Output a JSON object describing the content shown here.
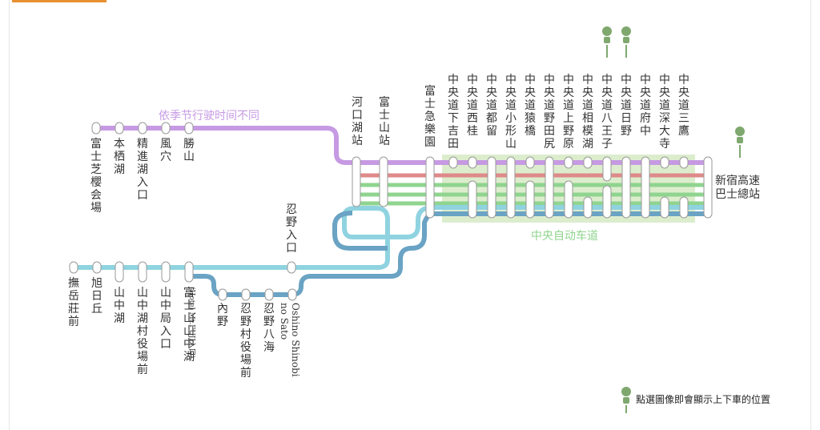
{
  "colors": {
    "purple": "#c69ae3",
    "red": "#df8a8a",
    "green": "#8fd48f",
    "cyan": "#8fd3e0",
    "blue": "#6aa3c4",
    "highway_band": "#dcedcd",
    "accent": "#e8902f",
    "pin": "#7fa86f"
  },
  "captions": {
    "seasonal": "依季节行驶时间不同",
    "chuo_expressway": "中央自动车道"
  },
  "stations": {
    "fuji_shibazakura": "富士芝櫻会場",
    "motosuko": "本栖湖",
    "shojiko_iriguchi": "精進湖入口",
    "fuketsu": "風穴",
    "katsuyama": "勝山",
    "kawaguchiko": "河口湖站",
    "fujisan": "富士山站",
    "fujikyu_highland": "富士急樂園",
    "shimoyoshida": "中央道下吉田",
    "nishikatsura": "中央道西桂",
    "tsuru": "中央道都留",
    "kobuchisawa": "中央道小形山",
    "saruhashi": "中央道猿橋",
    "nodajiri": "中央道野田尻",
    "uenohara": "中央道上野原",
    "sagamiko": "中央道相模湖",
    "hachioji": "中央道八王子",
    "hino": "中央道日野",
    "fuchu": "中央道府中",
    "fukadaiji": "中央道深大寺",
    "mitaka": "中央道三鷹",
    "shinjuku": "新宿高速巴士總站",
    "oshino_iriguchi": "忍野入口",
    "fugaku_soumae": "撫岳莊前",
    "asahigaoka": "旭日丘",
    "yamanakako": "山中湖",
    "yamanakako_yakuba": "山中湖村役場前",
    "yamanaka_kyoku": "山中局入口",
    "fujisan_yamanakako": "富士山山中湖",
    "fujisan_yamanakako_note": "(Hotel Mt.FUJI入口)",
    "uchino": "內野",
    "oshino_yakuba": "忍野村役場前",
    "oshino_hakkai": "忍野八海",
    "oshino_shinobi": "Oshino Shinobi no Sato"
  },
  "icons": {
    "boarding_pin": "bus-stop-pin-icon"
  },
  "legend": {
    "text": "點選圖像即會顯示上下車的位置"
  }
}
